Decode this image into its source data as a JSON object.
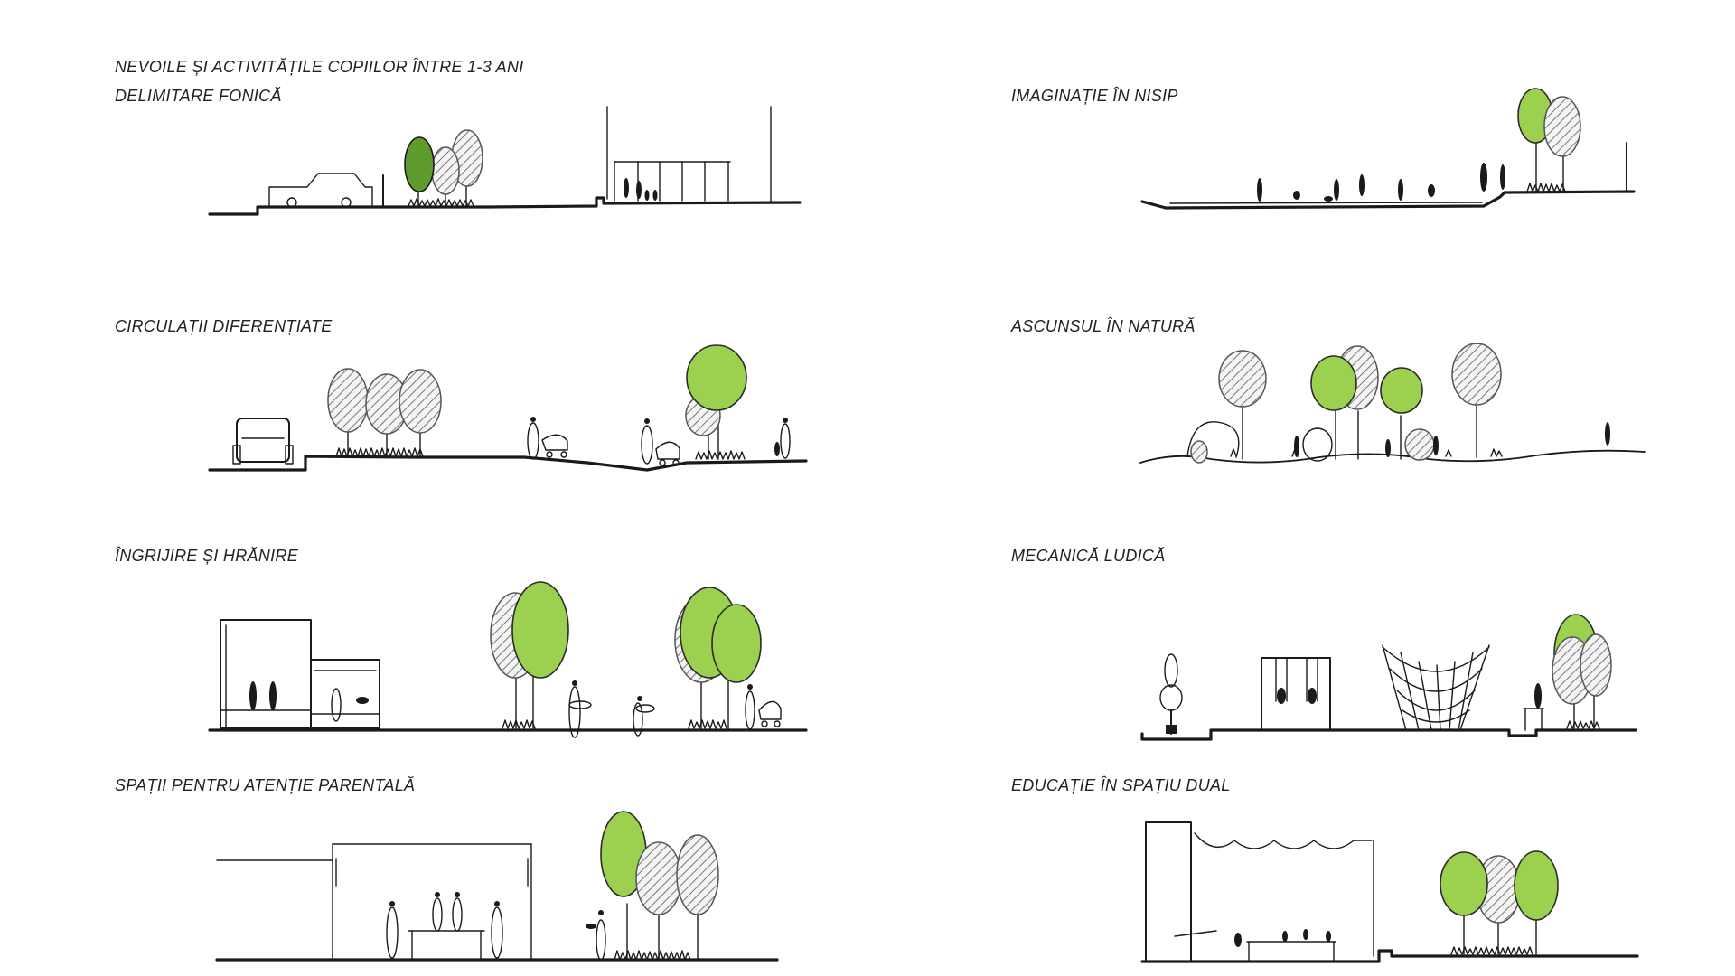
{
  "main_title": "NEVOILE ȘI ACTIVITĂȚILE COPIILOR ÎNTRE 1-3 ANI",
  "panels": {
    "left": [
      "DELIMITARE FONICĂ",
      "CIRCULAȚII DIFERENȚIATE",
      "ÎNGRIJIRE ȘI HRĂNIRE",
      "SPAȚII PENTRU ATENȚIE PARENTALĂ"
    ],
    "right": [
      "IMAGINAȚIE ÎN NISIP",
      "ASCUNSUL ÎN NATURĂ",
      "MECANICĂ LUDICĂ",
      "EDUCAȚIE ÎN SPAȚIU DUAL"
    ]
  },
  "colors": {
    "tree_green": "#9cd14f",
    "tree_dark_green": "#5f9a2c",
    "line": "#1a1a1a",
    "hatch": "#777777"
  },
  "icons": [
    "car-icon",
    "tree-icon",
    "person-icon",
    "stroller-icon",
    "swing-icon",
    "net-icon",
    "tent-icon",
    "bench-icon"
  ]
}
